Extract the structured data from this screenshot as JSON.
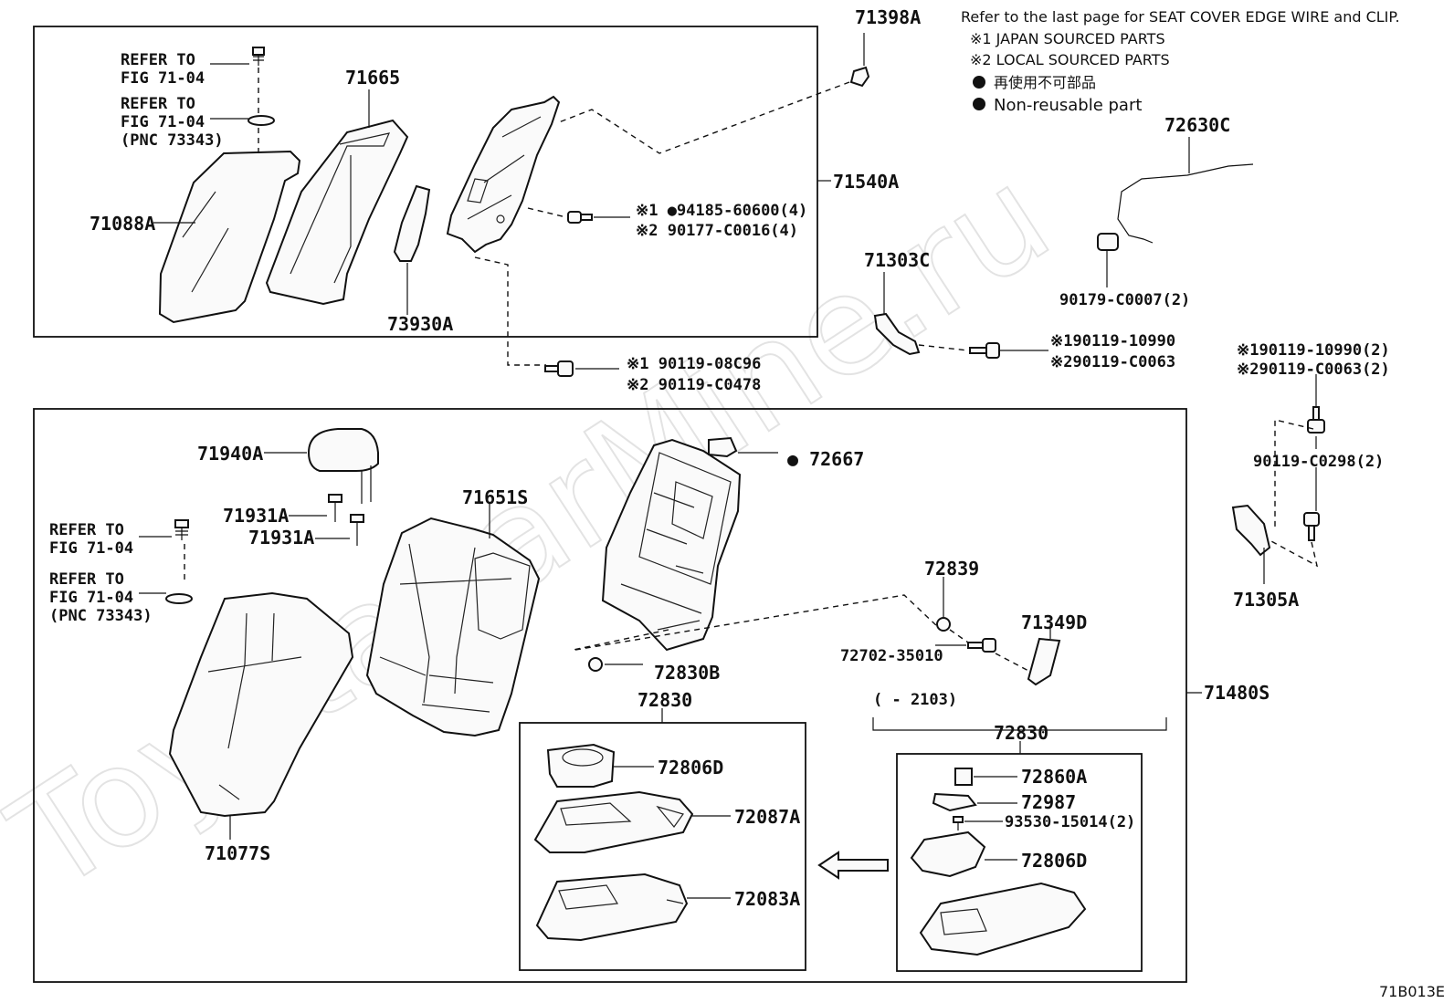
{
  "notes": {
    "refer_line": "Refer to the last page for SEAT COVER EDGE WIRE and CLIP.",
    "japan": "※1 JAPAN SOURCED PARTS",
    "local": "※2 LOCAL SOURCED PARTS",
    "nonreusable_jp": "再使用不可部品",
    "nonreusable_en": "Non-reusable part"
  },
  "watermark": "ToyotaCarMine.ru",
  "figure_id": "71B013E",
  "labels": {
    "p71398A": "71398A",
    "p71665": "71665",
    "p71540A": "71540A",
    "p71088A": "71088A",
    "p73930A": "73930A",
    "p94185": "※1 ●94185-60600(4)",
    "p90177": "※2 90177-C0016(4)",
    "p90119_08C96": "※1 90119-08C96",
    "p90119_C0478": "※2 90119-C0478",
    "ref_fig_1a": "REFER TO",
    "ref_fig_1b": "FIG 71-04",
    "ref_fig_2a": "REFER TO",
    "ref_fig_2b": "FIG 71-04",
    "ref_fig_2c": "(PNC 73343)",
    "ref_fig_3a": "REFER TO",
    "ref_fig_3b": "FIG 71-04",
    "ref_fig_4a": "REFER TO",
    "ref_fig_4b": "FIG 71-04",
    "ref_fig_4c": "(PNC 73343)",
    "p72630C": "72630C",
    "p90179": "90179-C0007(2)",
    "p71303C": "71303C",
    "p90119_10990": "※190119-10990",
    "p90119_C0063": "※290119-C0063",
    "p90119_10990_2": "※190119-10990(2)",
    "p90119_C0063_2": "※290119-C0063(2)",
    "p90119_C0298": "90119-C0298(2)",
    "p71305A": "71305A",
    "p71940A": "71940A",
    "p71931A_1": "71931A",
    "p71931A_2": "71931A",
    "p71651S": "71651S",
    "p72667": "● 72667",
    "p72839": "72839",
    "p71349D": "71349D",
    "p72702": "72702-35010",
    "p72830B": "72830B",
    "p72830_a": "72830",
    "p72830_b": "72830",
    "p71480S": "71480S",
    "p71077S": "71077S",
    "p72806D_a": "72806D",
    "p72087A": "72087A",
    "p72083A": "72083A",
    "p72860A": "72860A",
    "p72987": "72987",
    "p93530": "93530-15014(2)",
    "p72806D_b": "72806D",
    "range": "(     - 2103)"
  }
}
